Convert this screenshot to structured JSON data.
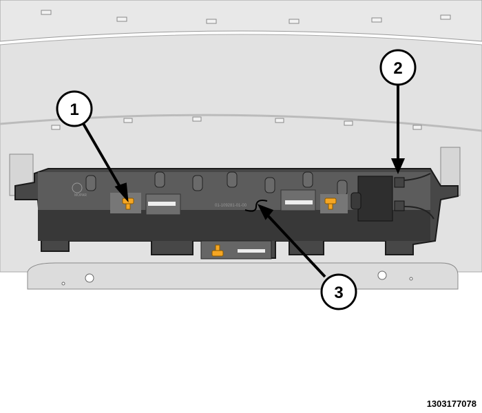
{
  "figure_number": "1303177078",
  "callouts": [
    "1",
    "2",
    "3"
  ],
  "part_marking": "01-109281-01-00",
  "logo_text": "MOPAR",
  "colors": {
    "fascia": "#e4e4e4",
    "bracket": "#3a3a3a",
    "clip": "#f5a623"
  }
}
